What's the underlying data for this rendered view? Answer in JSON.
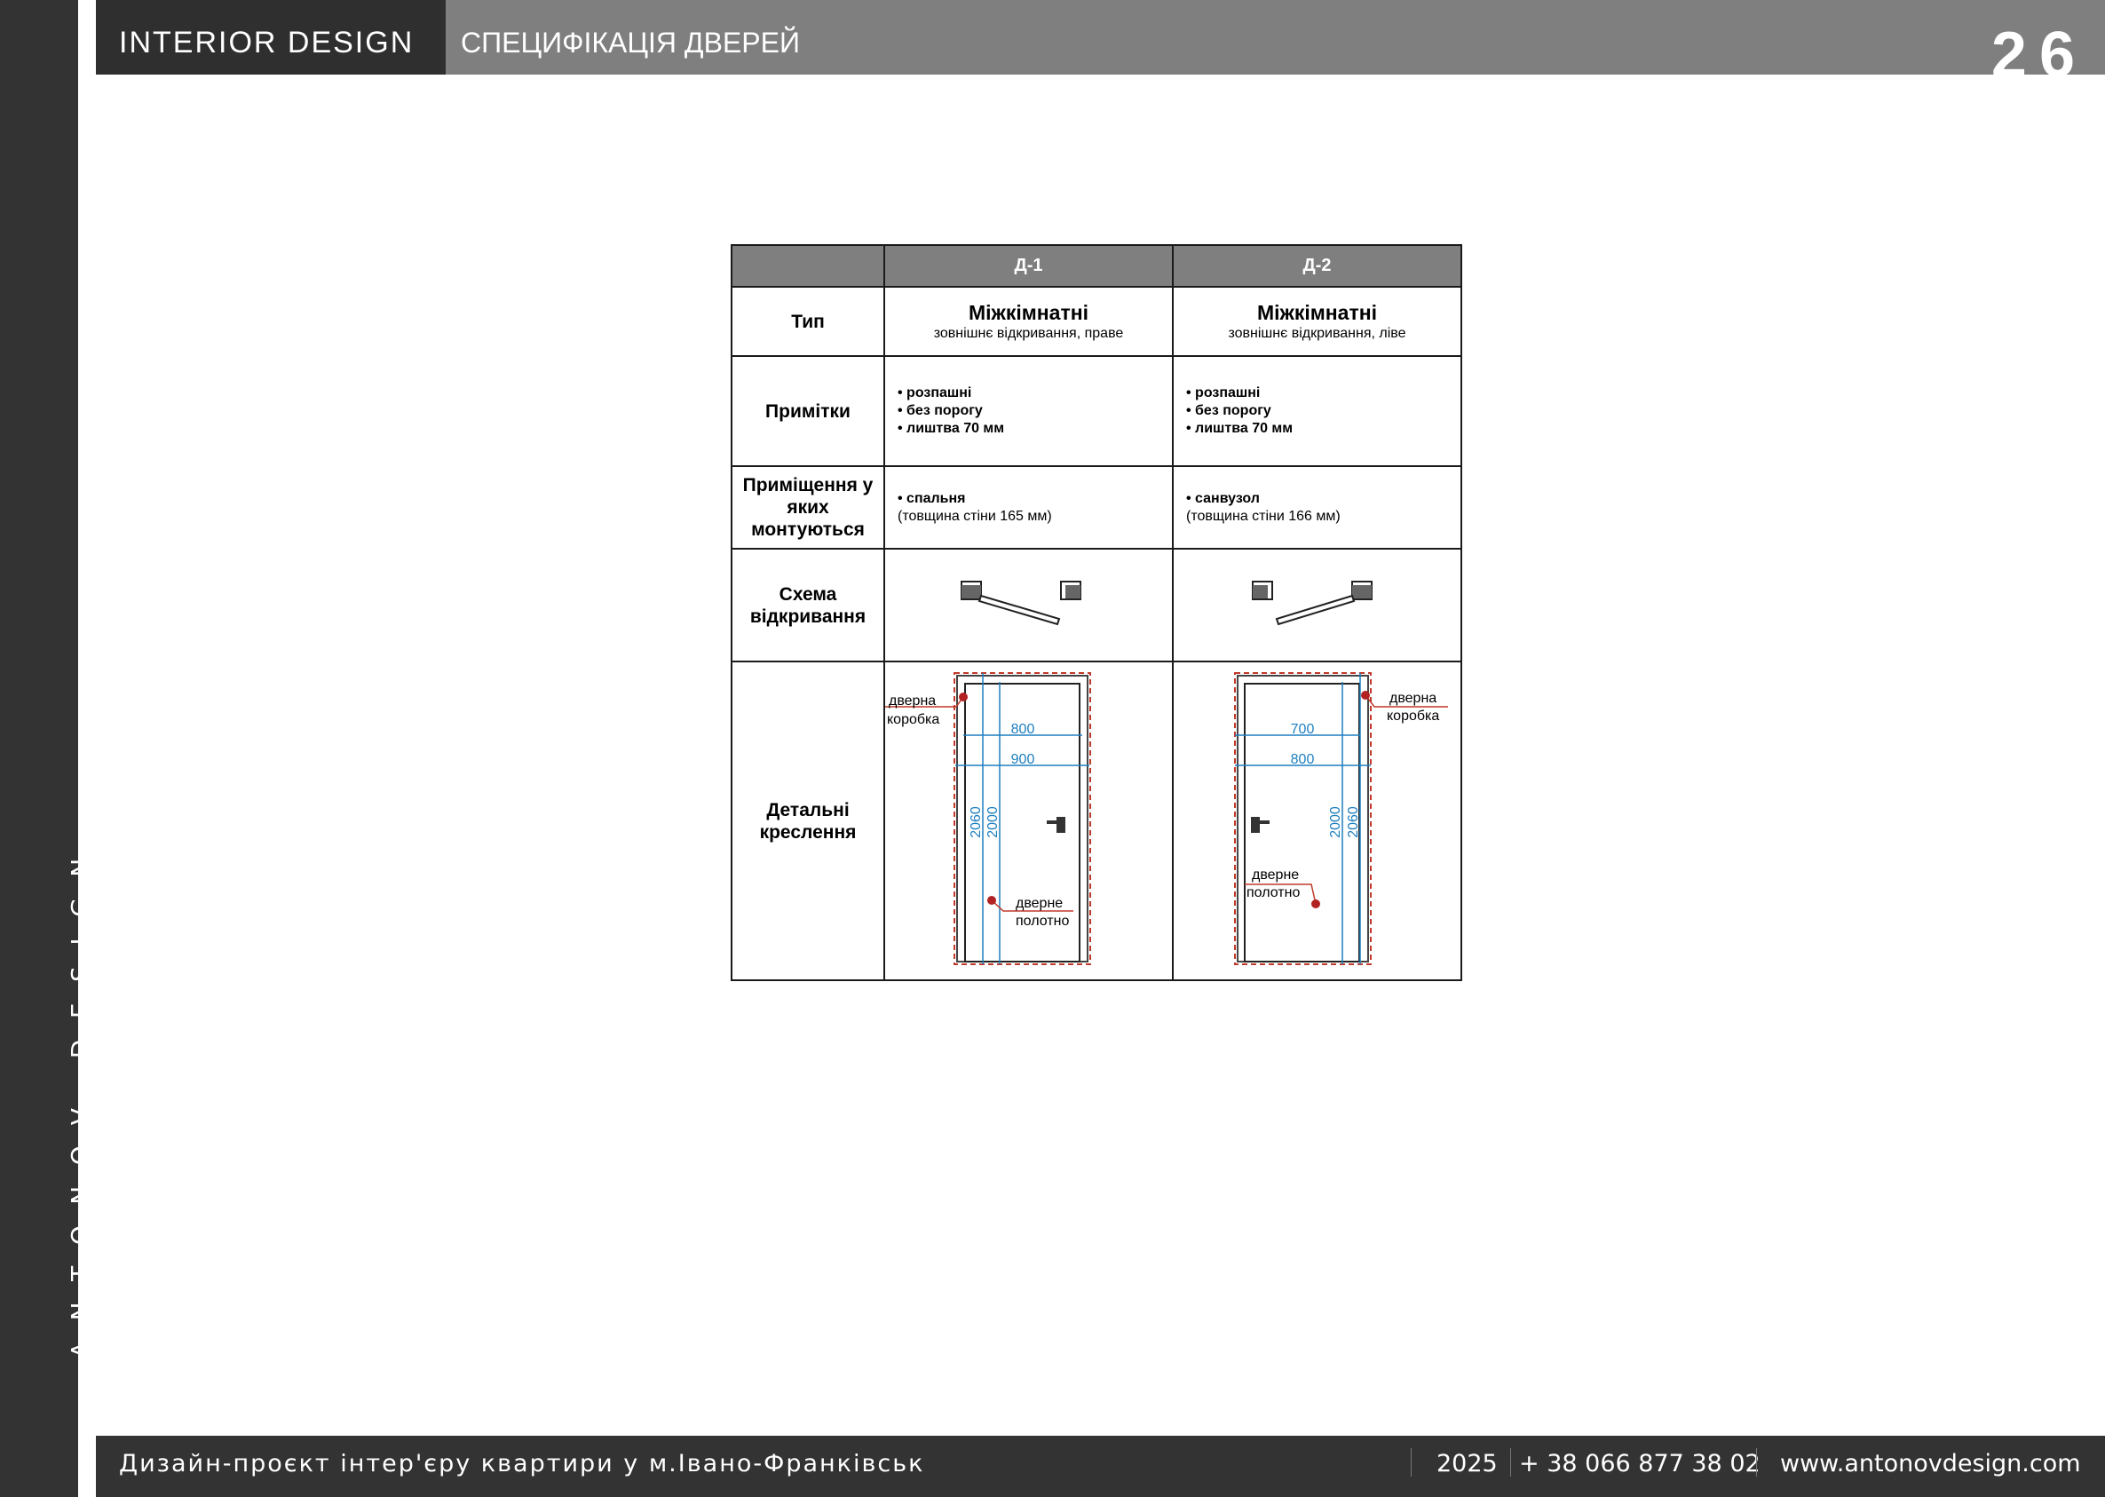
{
  "sidebar": {
    "brand_vertical": "ANTONOV DESIGN"
  },
  "header": {
    "brand": "INTERIOR  DESIGN",
    "title": "СПЕЦИФІКАЦІЯ ДВЕРЕЙ",
    "page_number": "26"
  },
  "table": {
    "columns": [
      "Д-1",
      "Д-2"
    ],
    "rows": {
      "type_label": "Тип",
      "notes_label": "Примітки",
      "rooms_label": "Приміщення у яких монтуються",
      "scheme_label": "Схема відкривання",
      "drawing_label": "Детальні креслення"
    },
    "doors": [
      {
        "type_title": "Міжкімнатні",
        "type_sub": "зовнішнє відкривання, праве",
        "notes": [
          "• розпашні",
          "• без порогу",
          "• лиштва 70 мм"
        ],
        "room": "• спальня",
        "wall": "(товщина стіни 165 мм)",
        "label_frame_1": "дверна",
        "label_frame_2": "коробка",
        "label_leaf_1": "дверне",
        "label_leaf_2": "полотно",
        "dim_inner_w": "800",
        "dim_outer_w": "900",
        "dim_outer_h": "2060",
        "dim_inner_h": "2000"
      },
      {
        "type_title": "Міжкімнатні",
        "type_sub": "зовнішнє відкривання, ліве",
        "notes": [
          "• розпашні",
          "• без порогу",
          "• лиштва 70 мм"
        ],
        "room": "• санвузол",
        "wall": "(товщина стіни 166 мм)",
        "label_frame_1": "дверна",
        "label_frame_2": "коробка",
        "label_leaf_1": "дверне",
        "label_leaf_2": "полотно",
        "dim_inner_w": "700",
        "dim_outer_w": "800",
        "dim_inner_h": "2000",
        "dim_outer_h": "2060"
      }
    ]
  },
  "footer": {
    "project": "Дизайн-проєкт інтер'єру квартири у м.Івано-Франківськ",
    "year": "2025",
    "phone": "+ 38 066 877 38 02",
    "website": "www.antonovdesign.com"
  },
  "colors": {
    "dim_blue": "#1e7fc0",
    "frame_red": "#c0392b",
    "header_dark": "#2f2f2f",
    "header_grey": "#7f7f7f"
  }
}
